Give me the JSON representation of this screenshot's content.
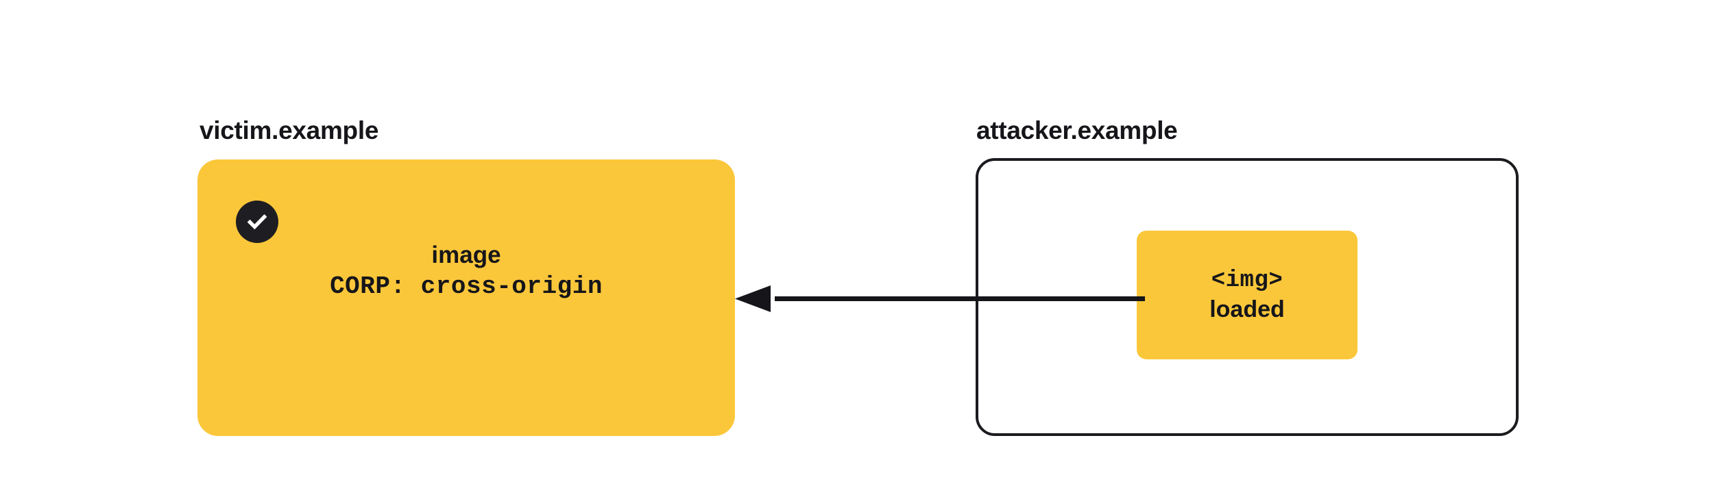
{
  "diagram": {
    "title": "CORP cross-origin image load blocked diagram",
    "background_color": "#ffffff",
    "accent_color": "#fbc73a",
    "ink_color": "#16161a"
  },
  "victim": {
    "label": "victim.example",
    "resource": {
      "status_icon": "check-circle-icon",
      "status_meaning": "allowed",
      "name": "image",
      "header": "CORP: cross-origin"
    }
  },
  "attacker": {
    "label": "attacker.example",
    "element": {
      "tag": "<img>",
      "state": "loaded"
    }
  },
  "arrow": {
    "name": "request-arrow",
    "direction": "right-to-left",
    "from": "attacker.example <img>",
    "to": "victim.example image",
    "color": "#16161a"
  }
}
